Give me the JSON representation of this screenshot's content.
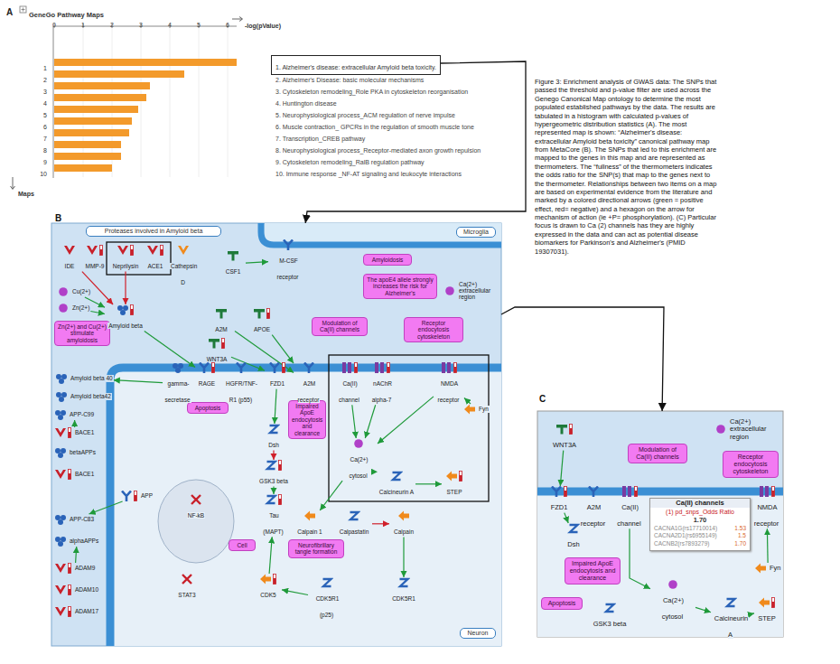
{
  "diagram": {
    "title": "GeneGo Pathway Maps",
    "caption": "Figure 3: Enrichment analysis of GWAS data: The SNPs that passed the threshold and p-value filter are used across the Genego Canonical Map ontology to determine the most populated established pathways by the data. The results are tabulated in a histogram with calculated p-values of hypergeometric distribution statistics (A). The most represented map is shown: “Alzheimer's disease: extracellular Amyloid beta toxicity” canonical pathway map from MetaCore (B). The SNPs that led to this enrichment are mapped to the genes in this map and are represented as thermometers. The “fullness” of the thermometers indicates the odds ratio for the SNP(s) that map to the genes next to the thermometer. Relationships between two items on a map are based on experimental evidence from the literature and marked by a colored directional arrows (green = positive effect, red= negative) and a hexagon on the arrow for mechanism of action (ie +P= phosphorylation). (C) Particular focus is drawn to Ca (2) channels has they are highly expressed in the data and can act as potential disease biomarkers for Parkinson's and Alzheimer's (PMID 19307031).",
    "nodes": [
      {
        "text": [
          "1. Alzheimer's disease: extracellular Amyloid beta toxicity."
        ]
      },
      {
        "text": [
          "B"
        ]
      },
      {
        "text": [
          "Proteases involved in Amyloid beta"
        ],
        "in": 1
      },
      {
        "text": [
          "IDE"
        ],
        "in": 1
      },
      {
        "text": [
          "MMP-9"
        ],
        "in": 1
      },
      {
        "text": [
          "Neprilysin"
        ],
        "in": 1
      },
      {
        "text": [
          "ACE1"
        ],
        "in": 1
      },
      {
        "text": [
          "Cathepsin D"
        ],
        "in": 1
      },
      {
        "text": [
          "Microglia"
        ],
        "in": 1
      },
      {
        "text": [
          "CSF1"
        ],
        "in": 1
      },
      {
        "text": [
          "M-CSF receptor"
        ],
        "in": 1
      },
      {
        "text": [
          "Amyloidosis"
        ],
        "in": 1
      },
      {
        "text": [
          "Cu(2+)"
        ],
        "in": 1
      },
      {
        "text": [
          "Zn(2+)"
        ],
        "in": 1
      },
      {
        "text": [
          "Amyloid beta"
        ],
        "in": 1
      },
      {
        "text": [
          "A2M"
        ],
        "in": 1
      },
      {
        "text": [
          "APOE"
        ],
        "in": 1
      },
      {
        "text": [
          "The apoE4 allele strongly increases the risk for Alzheimer's"
        ],
        "in": 1
      },
      {
        "text": [
          "Ca(2+) extracellular region"
        ],
        "in": 1
      },
      {
        "text": [
          "Zn(2+) and Cu(2+) stimulate amyloidosis"
        ],
        "in": 1
      },
      {
        "text": [
          "WNT3A"
        ],
        "in": 1
      },
      {
        "text": [
          "Modulation of Ca(II) channels"
        ],
        "in": 1
      },
      {
        "text": [
          "Receptor endocytosis cytoskeleton"
        ],
        "in": 1
      },
      {
        "text": [
          "Amyloid beta 40"
        ],
        "in": 1
      },
      {
        "text": [
          "Amyloid beta42"
        ],
        "in": 1
      },
      {
        "text": [
          "gamma-secretase"
        ],
        "in": 1
      },
      {
        "text": [
          "RAGE"
        ],
        "in": 1
      },
      {
        "text": [
          "HGFR/TNF-R1 (p55)"
        ],
        "in": 1
      },
      {
        "text": [
          "FZD1"
        ],
        "in": 1
      },
      {
        "text": [
          "A2M receptor"
        ],
        "in": 1
      },
      {
        "text": [
          "Ca(II) channel"
        ],
        "in": 1
      },
      {
        "text": [
          "nAChR alpha-7"
        ],
        "in": 1
      },
      {
        "text": [
          "NMDA receptor"
        ],
        "in": 1
      },
      {
        "text": [
          "Apoptosis"
        ],
        "in": 1
      },
      {
        "text": [
          "Dsh"
        ],
        "in": 1
      },
      {
        "text": [
          "Impaired ApoE endocytosis and clearance"
        ],
        "in": 1
      },
      {
        "text": [
          "Fyn"
        ],
        "in": 1
      },
      {
        "text": [
          "GSK3 beta"
        ],
        "in": 1
      },
      {
        "text": [
          "Ca(2+) cytosol"
        ],
        "in": 1
      },
      {
        "text": [
          "Calcineurin A"
        ],
        "in": 1
      },
      {
        "text": [
          "STEP"
        ],
        "in": 1
      },
      {
        "text": [
          "Tau (MAPT)"
        ],
        "in": 1
      },
      {
        "text": [
          "NF-kB"
        ],
        "in": 1
      },
      {
        "text": [
          "Calpain 1"
        ],
        "in": 1
      },
      {
        "text": [
          "Calpastatin"
        ],
        "in": 1
      },
      {
        "text": [
          "Calpain"
        ],
        "in": 1
      },
      {
        "text": [
          "Cell"
        ],
        "in": 1
      },
      {
        "text": [
          "Neurofibrillary tangle formation"
        ],
        "in": 1
      },
      {
        "text": [
          "CDK5"
        ],
        "in": 1
      },
      {
        "text": [
          "CDK5R1 (p25)"
        ],
        "in": 1
      },
      {
        "text": [
          "CDK5R1"
        ],
        "in": 1
      },
      {
        "text": [
          "STAT3"
        ],
        "in": 1
      },
      {
        "text": [
          "APP-C99"
        ],
        "in": 1
      },
      {
        "text": [
          "BACE1"
        ],
        "in": 1
      },
      {
        "text": [
          "betaAPPs"
        ],
        "in": 1
      },
      {
        "text": [
          "BACE1"
        ],
        "in": 1
      },
      {
        "text": [
          "APP"
        ],
        "in": 1
      },
      {
        "text": [
          "APP-C83"
        ],
        "in": 1
      },
      {
        "text": [
          "alphaAPPs"
        ],
        "in": 1
      },
      {
        "text": [
          "ADAM9"
        ],
        "in": 1
      },
      {
        "text": [
          "ADAM10"
        ],
        "in": 1
      },
      {
        "text": [
          "ADAM17"
        ],
        "in": 1
      },
      {
        "text": [
          "Neuron"
        ],
        "in": 1
      },
      {
        "text": [
          "C"
        ]
      },
      {
        "text": [
          "WNT3A"
        ],
        "in": 63
      },
      {
        "text": [
          "Modulation of Ca(II) channels"
        ],
        "in": 63
      },
      {
        "text": [
          "Ca(2+) extracellular region"
        ],
        "in": 63
      },
      {
        "text": [
          "Receptor endocytosis cytoskeleton"
        ],
        "in": 63
      },
      {
        "text": [
          "FZD1"
        ],
        "in": 63
      },
      {
        "text": [
          "A2M receptor"
        ],
        "in": 63
      },
      {
        "text": [
          "Ca(II) channel"
        ],
        "in": 63
      },
      {
        "text": [
          "Ca(II) channels",
          "(1) pd_snps_Odds Ratio",
          "1.70",
          "CACNA1G(rs17710014)",
          "1.53",
          "CACNA2D1(rs6955149)",
          "1.5",
          "CACNB2(rs7893279)",
          "1.70"
        ],
        "in": 63
      },
      {
        "text": [
          "NMDA receptor"
        ],
        "in": 63
      },
      {
        "text": [
          "Dsh"
        ],
        "in": 63
      },
      {
        "text": [
          "Impaired ApoE endocytosis and clearance"
        ],
        "in": 63
      },
      {
        "text": [
          "Fyn"
        ],
        "in": 63
      },
      {
        "text": [
          "Ca(2+) cytosol"
        ],
        "in": 63
      },
      {
        "text": [
          "Calcineurin A"
        ],
        "in": 63
      },
      {
        "text": [
          "STEP"
        ],
        "in": 63
      },
      {
        "text": [
          "Apoptosis"
        ],
        "in": 63
      },
      {
        "text": [
          "GSK3 beta"
        ],
        "in": 63
      }
    ],
    "edges": [
      {
        "from": 0,
        "to": 1,
        "arrow": "to"
      },
      {
        "from": 1,
        "to": 63,
        "arrow": "to"
      },
      {
        "from": 3,
        "to": 14,
        "arrow": "to"
      },
      {
        "from": 5,
        "to": 14,
        "arrow": "to"
      },
      {
        "from": 12,
        "to": 14,
        "arrow": "to"
      },
      {
        "from": 13,
        "to": 14,
        "arrow": "to"
      },
      {
        "from": 9,
        "to": 10,
        "arrow": "to"
      },
      {
        "from": 14,
        "to": 26,
        "arrow": "to"
      },
      {
        "from": 15,
        "to": 29,
        "arrow": "to"
      },
      {
        "from": 16,
        "to": 29,
        "arrow": "to"
      },
      {
        "from": 20,
        "to": 28,
        "arrow": "to"
      },
      {
        "from": 28,
        "to": 34,
        "arrow": "to"
      },
      {
        "from": 34,
        "to": 37,
        "arrow": "to"
      },
      {
        "from": 37,
        "to": 41,
        "arrow": "to"
      },
      {
        "from": 48,
        "to": 41,
        "arrow": "to"
      },
      {
        "from": 49,
        "to": 48,
        "arrow": "to"
      },
      {
        "from": 45,
        "to": 50,
        "arrow": "to"
      },
      {
        "from": 44,
        "to": 45,
        "arrow": "to"
      },
      {
        "from": 30,
        "to": 38,
        "arrow": "to"
      },
      {
        "from": 31,
        "to": 38,
        "arrow": "to"
      },
      {
        "from": 32,
        "to": 38,
        "arrow": "to"
      },
      {
        "from": 36,
        "to": 32,
        "arrow": "to"
      },
      {
        "from": 38,
        "to": 39,
        "arrow": "to"
      },
      {
        "from": 39,
        "to": 40,
        "arrow": "to"
      },
      {
        "from": 38,
        "to": 43,
        "arrow": "to"
      },
      {
        "from": 53,
        "to": 52,
        "arrow": "to"
      },
      {
        "from": 56,
        "to": 57,
        "arrow": "to"
      },
      {
        "from": 59,
        "to": 58,
        "arrow": "to"
      },
      {
        "from": 25,
        "to": 23,
        "arrow": "to"
      },
      {
        "from": 64,
        "to": 68,
        "arrow": "to"
      },
      {
        "from": 68,
        "to": 73,
        "arrow": "to"
      },
      {
        "from": 70,
        "to": 76,
        "arrow": "to"
      },
      {
        "from": 76,
        "to": 77,
        "arrow": "to"
      },
      {
        "from": 77,
        "to": 78,
        "arrow": "to"
      },
      {
        "from": 75,
        "to": 72,
        "arrow": "to"
      }
    ],
    "labels": [
      "A",
      "0",
      "1",
      "2",
      "3",
      "4",
      "5",
      "6",
      "-log(pValue)",
      "1",
      "2",
      "3",
      "4",
      "5",
      "6",
      "7",
      "8",
      "9",
      "10",
      "Maps",
      "2. Alzheimer's Disease: basic molecular mechanisms",
      "3. Cytoskeleton remodeling_Role PKA in cytoskeleton reorganisation",
      "4. Huntington disease",
      "5. Neurophysiological process_ACM regulation of nerve impulse",
      "6. Muscle contraction_ GPCRs in the regulation of smooth muscle tone",
      "7. Transcription_CREB pathway",
      "8. Neurophysiological process_Receptor-mediated axon growth repulsion",
      "9. Cytoskeleton remodeling_RalB regulation pathway",
      "10. Immune response _NF-AT signaling and leukocyte interactions"
    ]
  }
}
